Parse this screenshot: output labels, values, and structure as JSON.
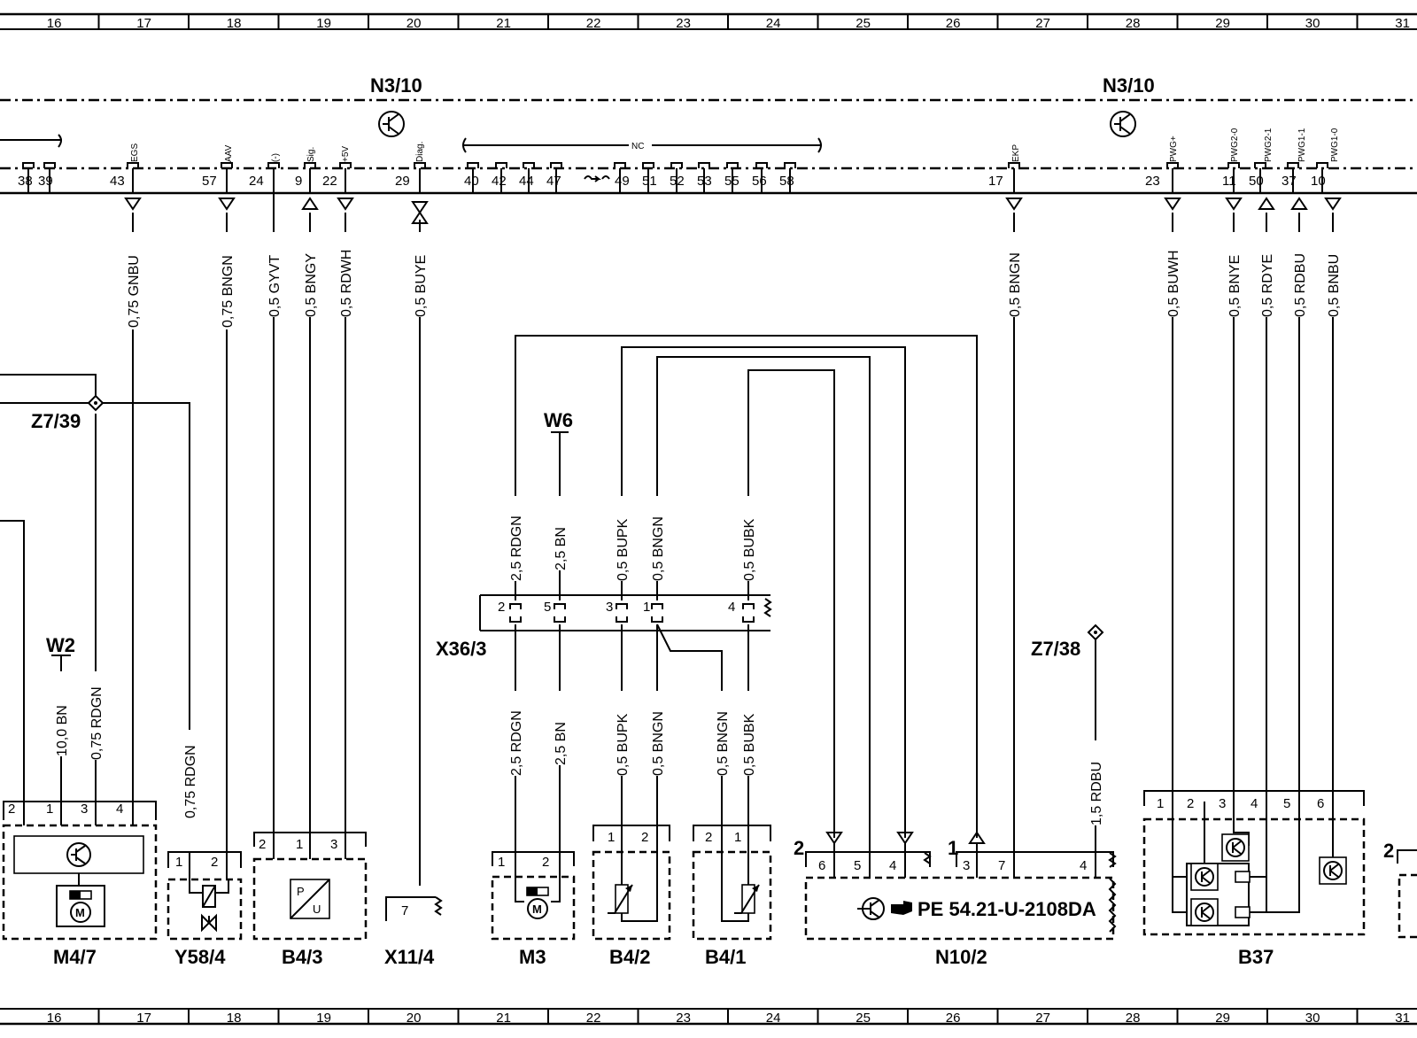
{
  "grid": [
    "16",
    "17",
    "18",
    "19",
    "20",
    "21",
    "22",
    "23",
    "24",
    "25",
    "26",
    "27",
    "28",
    "29",
    "30",
    "31"
  ],
  "module": {
    "label_left": "N3/10",
    "label_right": "N3/10",
    "nc_label": "NC",
    "pins": [
      {
        "num": "38"
      },
      {
        "num": "39"
      },
      {
        "num": "43",
        "sig": "EGS"
      },
      {
        "num": "57",
        "sig": "AAV"
      },
      {
        "num": "24",
        "sig": "(-)"
      },
      {
        "num": "9",
        "sig": "Sig."
      },
      {
        "num": "22",
        "sig": "+5V"
      },
      {
        "num": "29",
        "sig": "Diag."
      },
      {
        "num": "40"
      },
      {
        "num": "42"
      },
      {
        "num": "44"
      },
      {
        "num": "47"
      },
      {
        "num": "49"
      },
      {
        "num": "51"
      },
      {
        "num": "52"
      },
      {
        "num": "53"
      },
      {
        "num": "55"
      },
      {
        "num": "56"
      },
      {
        "num": "58"
      },
      {
        "num": "17",
        "sig": "EKP"
      },
      {
        "num": "23",
        "sig": "PWG+"
      },
      {
        "num": "11",
        "sig": "PWG2-0"
      },
      {
        "num": "50",
        "sig": "PWG2-1"
      },
      {
        "num": "37",
        "sig": "PWG1-1"
      },
      {
        "num": "10",
        "sig": "PWG1-0"
      }
    ]
  },
  "wires": [
    {
      "text": "0,75 GNBU"
    },
    {
      "text": "0,75 BNGN"
    },
    {
      "text": "0,5 GYVT"
    },
    {
      "text": "0,5 BNGY"
    },
    {
      "text": "0,5 RDWH"
    },
    {
      "text": "0,5 BUYE"
    },
    {
      "text": "0,5 BNGN"
    },
    {
      "text": "0,5 BUWH"
    },
    {
      "text": "0,5 BNYE"
    },
    {
      "text": "0,5 RDYE"
    },
    {
      "text": "0,5 RDBU"
    },
    {
      "text": "0,5 BNBU"
    },
    {
      "text": "2,5 RDGN"
    },
    {
      "text": "2,5 BN"
    },
    {
      "text": "0,5 BUPK"
    },
    {
      "text": "0,5 BNGN"
    },
    {
      "text": "0,5 BUBK"
    },
    {
      "text": "2,5 RDGN"
    },
    {
      "text": "2,5 BN"
    },
    {
      "text": "0,5 BUPK"
    },
    {
      "text": "0,5 BNGN"
    },
    {
      "text": "0,5 BNGN"
    },
    {
      "text": "0,5 BUBK"
    },
    {
      "text": "10,0 BN"
    },
    {
      "text": "0,75 RDGN"
    },
    {
      "text": "0,75 RDGN"
    },
    {
      "text": "1,5 RDBU"
    }
  ],
  "nodes": {
    "z739": "Z7/39",
    "z738": "Z7/38",
    "w2": "W2",
    "w6": "W6",
    "x363": "X36/3"
  },
  "connector_pins": {
    "x363": [
      "2",
      "5",
      "3",
      "1",
      "4"
    ],
    "m47": [
      "2",
      "1",
      "3",
      "4"
    ],
    "y584": [
      "1",
      "2"
    ],
    "b43": [
      "2",
      "1",
      "3"
    ],
    "x114": [
      "7"
    ],
    "m3": [
      "1",
      "2"
    ],
    "b42": [
      "1",
      "2"
    ],
    "b41": [
      "2",
      "1"
    ],
    "n102_left": "2",
    "n102": [
      "6",
      "5",
      "4"
    ],
    "n102_mid": "1",
    "n102b": [
      "3",
      "7",
      "4"
    ],
    "b37": [
      "1",
      "2",
      "3",
      "4",
      "5",
      "6"
    ],
    "right_edge": "2"
  },
  "components": [
    {
      "id": "m47",
      "label": "M4/7"
    },
    {
      "id": "y584",
      "label": "Y58/4"
    },
    {
      "id": "b43",
      "label": "B4/3"
    },
    {
      "id": "x114",
      "label": "X11/4"
    },
    {
      "id": "m3",
      "label": "M3"
    },
    {
      "id": "b42",
      "label": "B4/2"
    },
    {
      "id": "b41",
      "label": "B4/1"
    },
    {
      "id": "n102",
      "label": "N10/2"
    },
    {
      "id": "b37",
      "label": "B37"
    }
  ],
  "pe_ref": "PE  54.21-U-2108DA",
  "icons": [
    "transistor-icon",
    "motor-icon",
    "solenoid-valve-icon",
    "pressure-sensor-icon",
    "ntc-resistor-icon",
    "hall-sensor-icon",
    "manual-reference-icon"
  ]
}
